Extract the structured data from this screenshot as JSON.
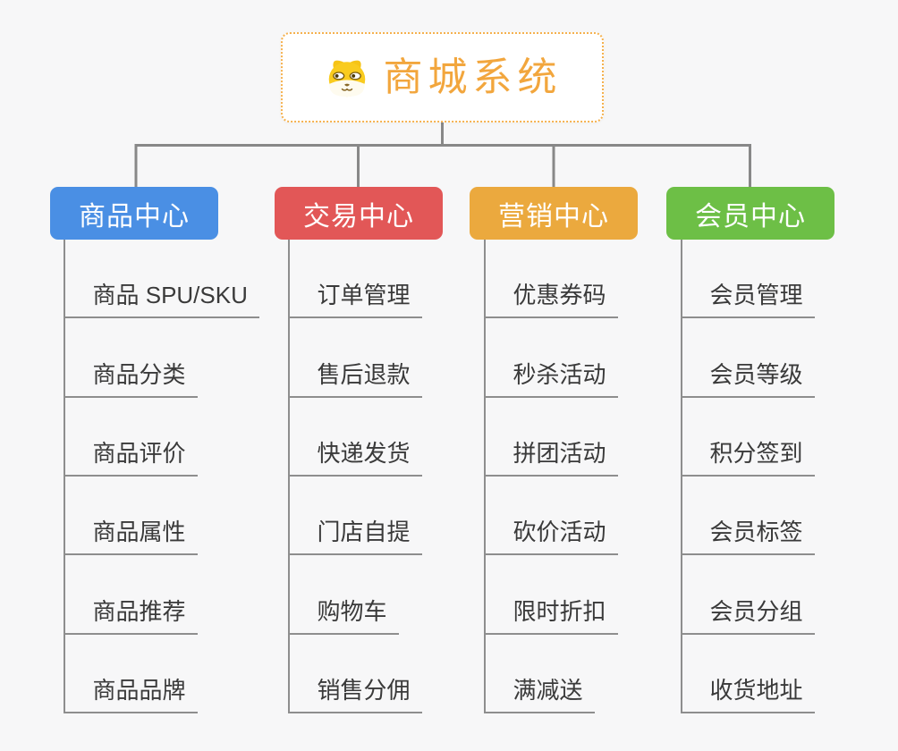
{
  "page": {
    "background": "#F7F7F8"
  },
  "root": {
    "title": "商城系统",
    "icon": "shiba-dog-icon",
    "title_color": "#F2A63D",
    "border_color": "#F5B14E"
  },
  "colors": {
    "connector": "#888888",
    "leaf_line": "#8E8E8E",
    "leaf_text": "#3A3A3A"
  },
  "branches": [
    {
      "id": "product-center",
      "label": "商品中心",
      "color": "#4A8FE4",
      "items": [
        "商品 SPU/SKU",
        "商品分类",
        "商品评价",
        "商品属性",
        "商品推荐",
        "商品品牌"
      ]
    },
    {
      "id": "trade-center",
      "label": "交易中心",
      "color": "#E25757",
      "items": [
        "订单管理",
        "售后退款",
        "快递发货",
        "门店自提",
        "购物车",
        "销售分佣"
      ]
    },
    {
      "id": "marketing-center",
      "label": "营销中心",
      "color": "#EBA93E",
      "items": [
        "优惠券码",
        "秒杀活动",
        "拼团活动",
        "砍价活动",
        "限时折扣",
        "满减送"
      ]
    },
    {
      "id": "member-center",
      "label": "会员中心",
      "color": "#6DBF46",
      "items": [
        "会员管理",
        "会员等级",
        "积分签到",
        "会员标签",
        "会员分组",
        "收货地址"
      ]
    }
  ]
}
